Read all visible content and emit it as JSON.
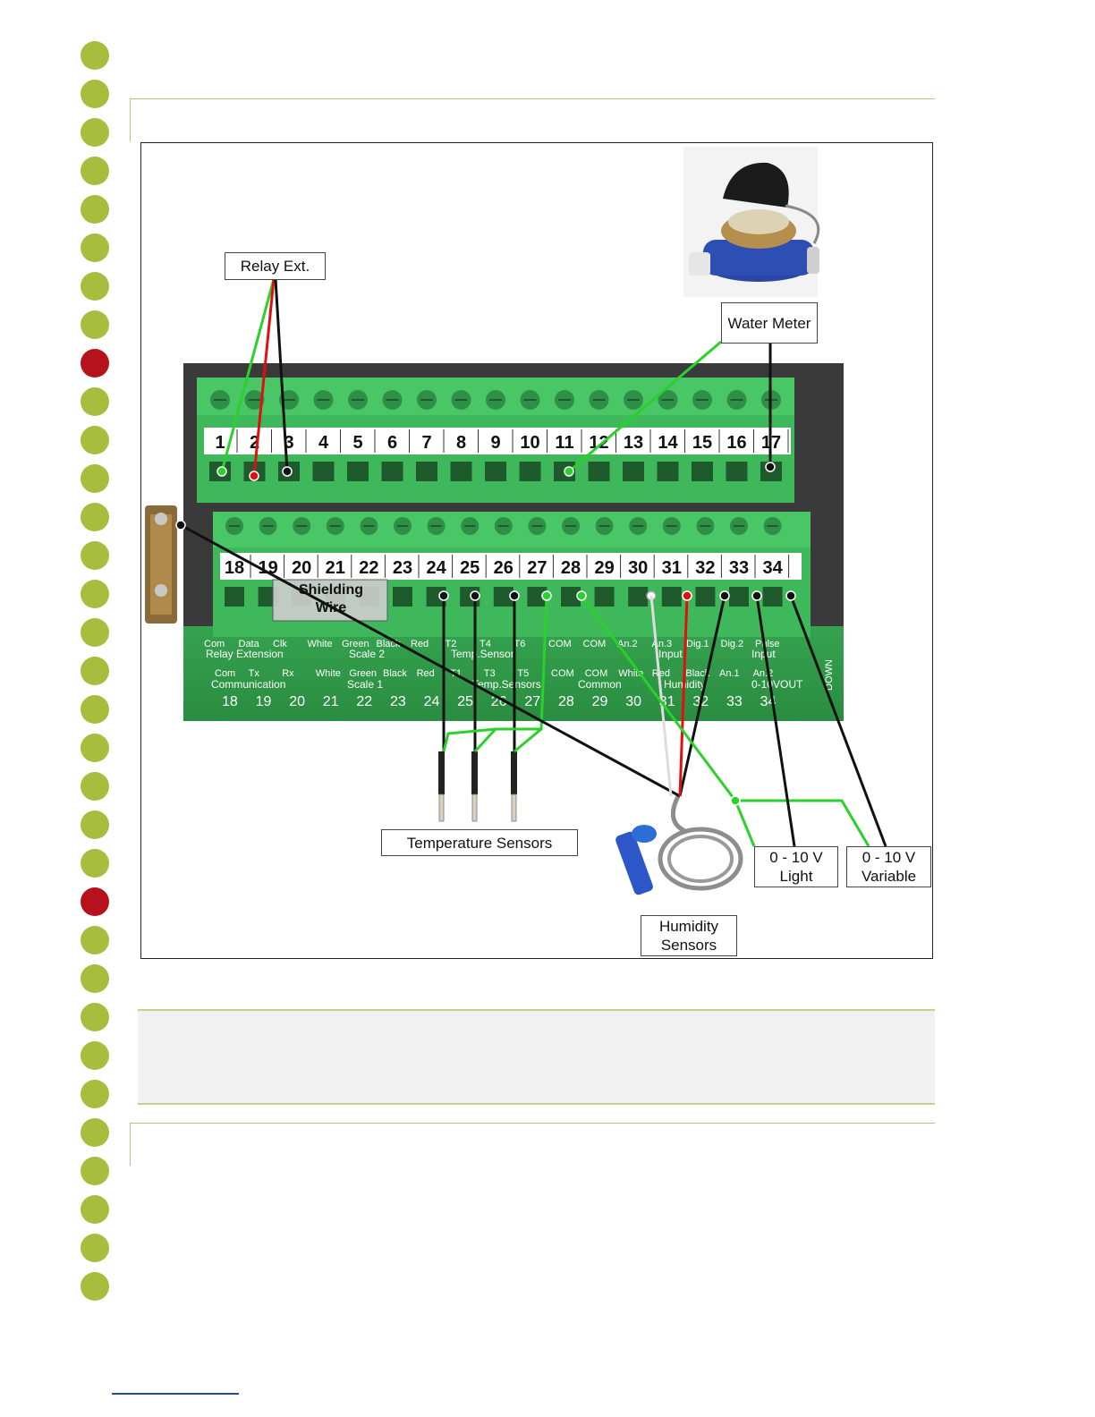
{
  "figure": {
    "callouts": {
      "relay_ext": "Relay Ext.",
      "water_meter": "Water Meter",
      "temperature_sensors": "Temperature Sensors",
      "humidity_sensors": "Humidity\nSensors",
      "light": "0 - 10 V\nLight",
      "variable": "0 - 10 V\nVariable",
      "shielding_wire": "Shielding\nWire"
    },
    "terminals_top": [
      "1",
      "2",
      "3",
      "4",
      "5",
      "6",
      "7",
      "8",
      "9",
      "10",
      "11",
      "12",
      "13",
      "14",
      "15",
      "16",
      "17"
    ],
    "terminals_bottom": [
      "18",
      "19",
      "20",
      "21",
      "22",
      "23",
      "24",
      "25",
      "26",
      "27",
      "28",
      "29",
      "30",
      "31",
      "32",
      "33",
      "34"
    ],
    "board_labels_row1": [
      "Com",
      "Data",
      "Clk",
      "White",
      "Green",
      "Black",
      "Red",
      "T2",
      "T4",
      "T6",
      "COM",
      "COM",
      "An.2",
      "An.3",
      "Dig.1",
      "Dig.2",
      "Pulse"
    ],
    "board_labels_row2": [
      "Relay Extension",
      "Scale 2",
      "Temp.Sensor",
      "Input",
      "Input"
    ],
    "board_labels_row3": [
      "Com",
      "Tx",
      "Rx",
      "White",
      "Green",
      "Black",
      "Red",
      "T1",
      "T3",
      "T5",
      "COM",
      "COM",
      "White",
      "Red",
      "Black",
      "An.1",
      "An.2"
    ],
    "board_labels_row4": [
      "Communication",
      "Scale 1",
      "Temp.Sensors",
      "Common",
      "Humidity",
      "0-10VOUT"
    ],
    "board_numbers": [
      "18",
      "19",
      "20",
      "21",
      "22",
      "23",
      "24",
      "25",
      "26",
      "27",
      "28",
      "29",
      "30",
      "31",
      "32",
      "33",
      "34"
    ],
    "board_side_label": "DOWN"
  },
  "colors": {
    "accent_green": "#a6bd3d",
    "accent_red": "#b5121e",
    "rule": "#b6c17a",
    "terminal_green": "#3aa655",
    "wire_green": "#2bd12b",
    "wire_red": "#e01010",
    "wire_black": "#111111"
  }
}
